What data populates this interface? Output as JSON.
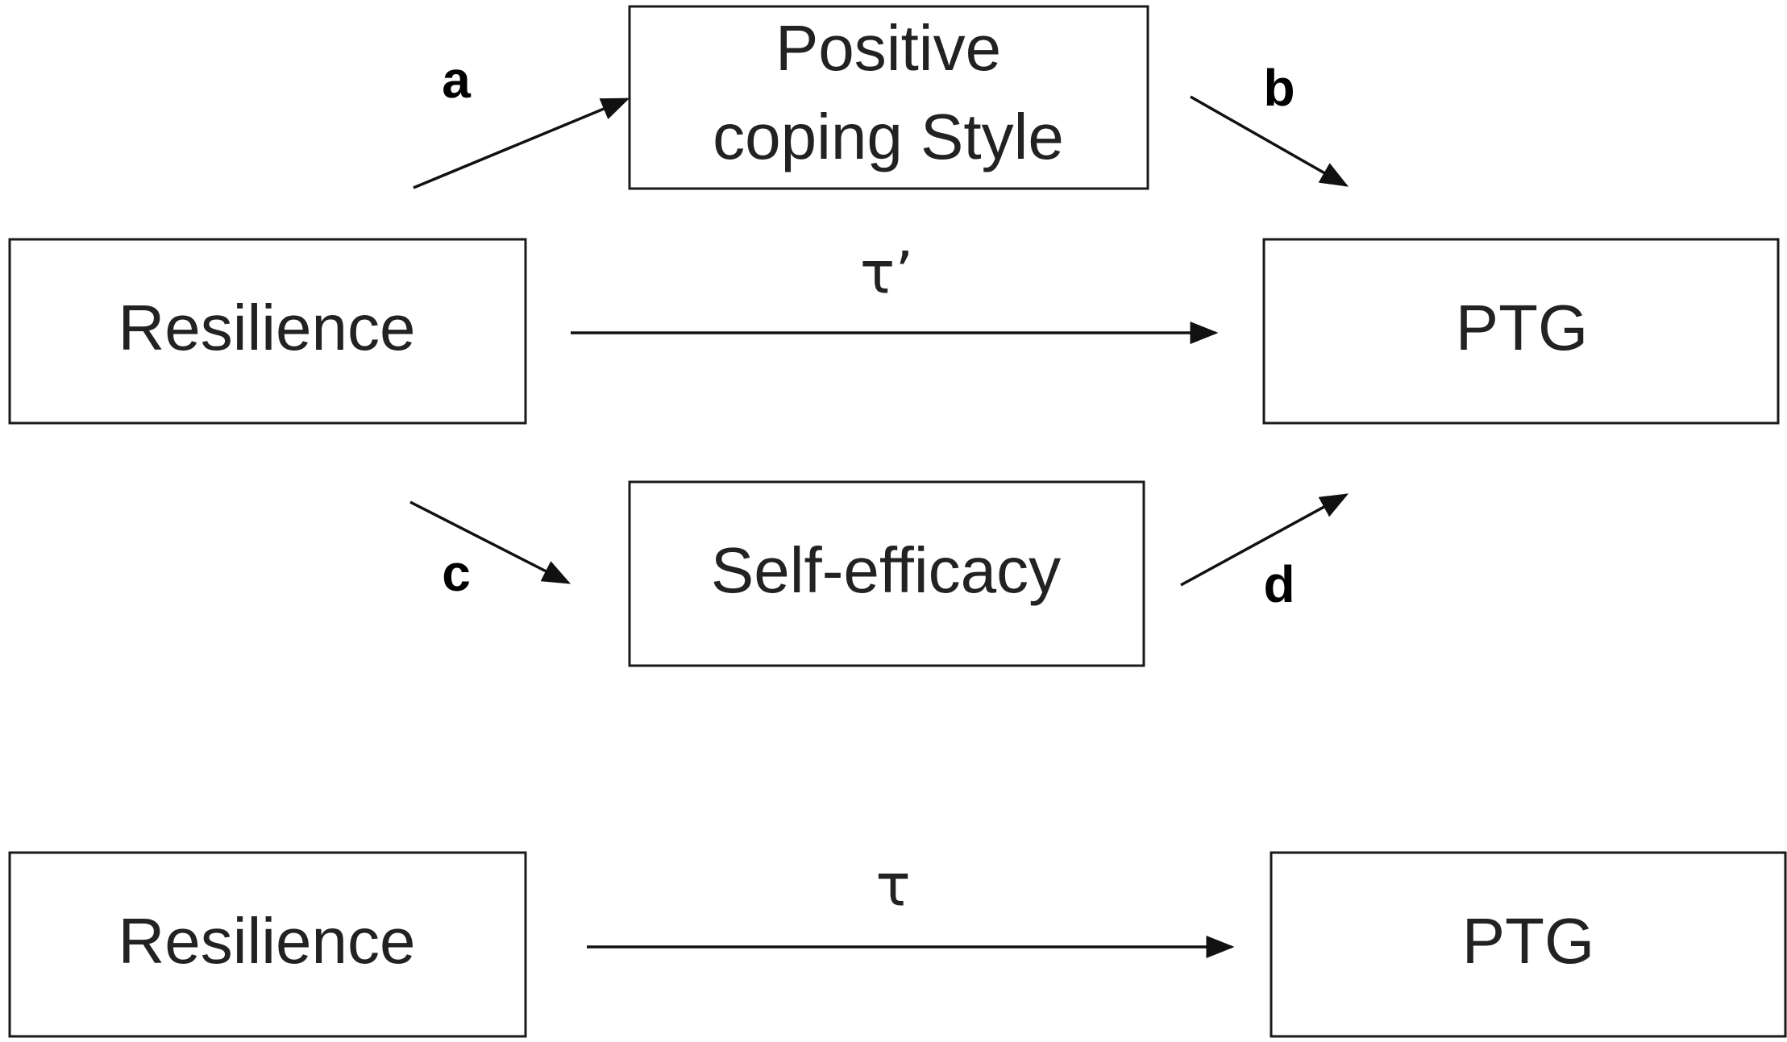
{
  "mediation_model": {
    "predictor": "Resilience",
    "mediator_1_line1": "Positive",
    "mediator_1_line2": "coping Style",
    "mediator_2": "Self-efficacy",
    "outcome": "PTG",
    "path_a": "a",
    "path_b": "b",
    "path_c": "c",
    "path_d": "d",
    "direct_effect": "τ’"
  },
  "total_effect_model": {
    "predictor": "Resilience",
    "outcome": "PTG",
    "total_effect": "τ"
  },
  "colors": {
    "stroke": "#1a1a1a",
    "text": "#222222",
    "background": "#ffffff"
  }
}
